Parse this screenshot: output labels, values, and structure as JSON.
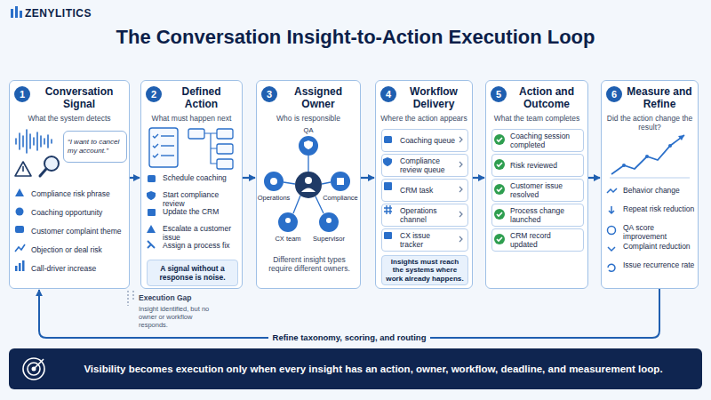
{
  "diagram": {
    "title": "The Conversation Insight-to-Action Execution Loop",
    "caption": "Visibility becomes execution only when every insight has an action, owner, workflow, deadline, and measurement loop.",
    "nodes": [
      {
        "text": [
          "1",
          "Conversation Signal",
          "What the system detects",
          "Compliance risk phrase",
          "Coaching opportunity",
          "Customer complaint theme",
          "Objection or deal risk",
          "Call-driver increase"
        ]
      },
      {
        "text": [
          "“I want to cancel my account.”"
        ],
        "in": 0
      },
      {
        "text": [
          "2",
          "Defined Action",
          "What must happen next",
          "Schedule coaching",
          "Start compliance review",
          "Update the CRM",
          "Escalate a customer issue",
          "Assign a process fix"
        ]
      },
      {
        "text": [
          "A signal without a response is noise."
        ],
        "in": 2
      },
      {
        "text": [
          "3",
          "Assigned Owner",
          "Who is responsible",
          "Different insight types require different owners."
        ]
      },
      {
        "text": [
          "4",
          "Workflow Delivery",
          "Where the action appears"
        ]
      },
      {
        "text": [
          "Coaching queue"
        ],
        "in": 5
      },
      {
        "text": [
          "Compliance review queue"
        ],
        "in": 5
      },
      {
        "text": [
          "CRM task"
        ],
        "in": 5
      },
      {
        "text": [
          "Operations channel"
        ],
        "in": 5
      },
      {
        "text": [
          "CX issue tracker"
        ],
        "in": 5
      },
      {
        "text": [
          "Insights must reach the systems where work already happens."
        ],
        "in": 5
      },
      {
        "text": [
          "5",
          "Action and Outcome",
          "What the team completes"
        ]
      },
      {
        "text": [
          "Coaching session completed"
        ],
        "in": 12
      },
      {
        "text": [
          "Risk reviewed"
        ],
        "in": 12
      },
      {
        "text": [
          "Customer issue resolved"
        ],
        "in": 12
      },
      {
        "text": [
          "Process change launched"
        ],
        "in": 12
      },
      {
        "text": [
          "CRM record updated"
        ],
        "in": 12
      },
      {
        "text": [
          "6",
          "Measure and Refine",
          "Did the action change the result?",
          "Behavior change",
          "Repeat risk reduction",
          "QA score improvement",
          "Complaint reduction",
          "Issue recurrence rate"
        ]
      }
    ],
    "edges": [
      {
        "from": 0,
        "to": 2,
        "arrow": "to"
      },
      {
        "from": 2,
        "to": 4,
        "arrow": "to"
      },
      {
        "from": 4,
        "to": 5,
        "arrow": "to"
      },
      {
        "from": 5,
        "to": 12,
        "arrow": "to"
      },
      {
        "from": 12,
        "to": 18,
        "arrow": "to"
      },
      {
        "from": 18,
        "to": 0,
        "label": "Refine taxonomy, scoring, and routing",
        "arrow": "to"
      }
    ],
    "labels": [
      "ZENYLITICS",
      "QA",
      "Operations",
      "Compliance",
      "CX team",
      "Supervisor",
      "Execution Gap",
      "Insight identified, but no owner or workflow responds."
    ]
  }
}
